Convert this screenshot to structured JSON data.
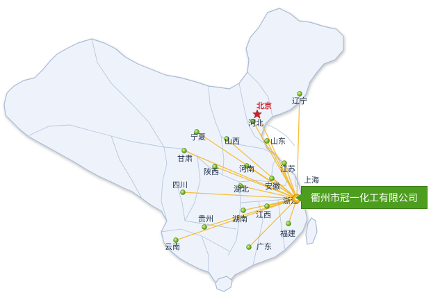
{
  "company": {
    "name": "衢州市冠一化工有限公司"
  },
  "capital": {
    "name": "北京"
  },
  "provinces": [
    "北京",
    "辽宁",
    "河北",
    "山西",
    "山东",
    "宁夏",
    "甘肃",
    "陕西",
    "河南",
    "江苏",
    "上海",
    "四川",
    "湖北",
    "安徽",
    "浙江",
    "贵州",
    "湖南",
    "江西",
    "福建",
    "云南",
    "广东"
  ],
  "colors": {
    "land": "#eef3fb",
    "border": "#a9bad4",
    "route": "#f5b826",
    "banner": "#4d9e1f",
    "capital": "#d0202a",
    "marker": "#8ccf2e",
    "label": "#1f2f4a"
  },
  "icons": {
    "capital": "star-icon",
    "province": "dot-marker-icon",
    "hub": "hub-marker-icon"
  }
}
